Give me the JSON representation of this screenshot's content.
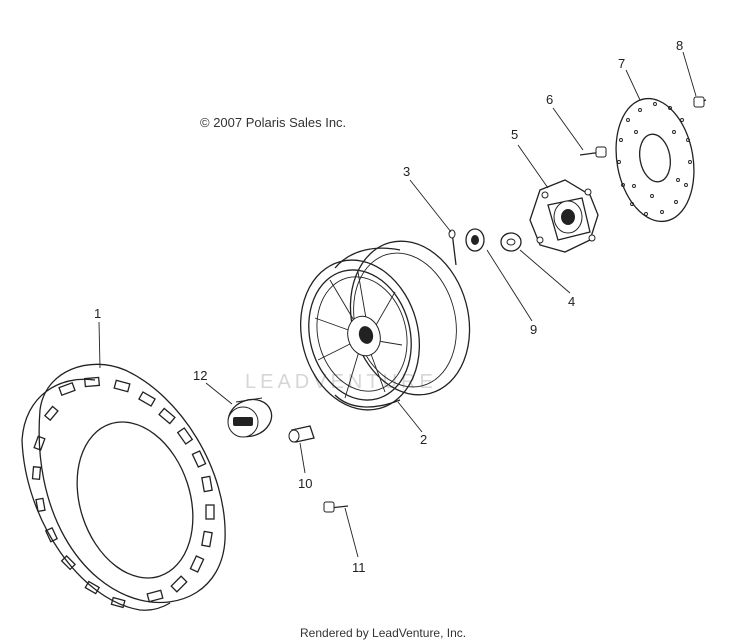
{
  "copyright": "© 2007 Polaris Sales Inc.",
  "footer": "Rendered by LeadVenture, Inc.",
  "watermark": "LEADVENTURE",
  "callouts": [
    "1",
    "2",
    "3",
    "4",
    "5",
    "6",
    "7",
    "8",
    "9",
    "10",
    "11",
    "12"
  ],
  "parts": {
    "tire": "tire-icon",
    "wheel": "wheel-rim-icon",
    "cotter_pin": "cotter-pin-icon",
    "washer": "washer-icon",
    "hub": "wheel-hub-icon",
    "hub_bolt": "bolt-icon",
    "brake_disc": "brake-disc-icon",
    "disc_bolt": "bolt-icon",
    "castle_nut": "castle-nut-icon",
    "valve_stem": "valve-stem-icon",
    "stud": "bolt-icon",
    "center_cap": "center-cap-icon"
  }
}
